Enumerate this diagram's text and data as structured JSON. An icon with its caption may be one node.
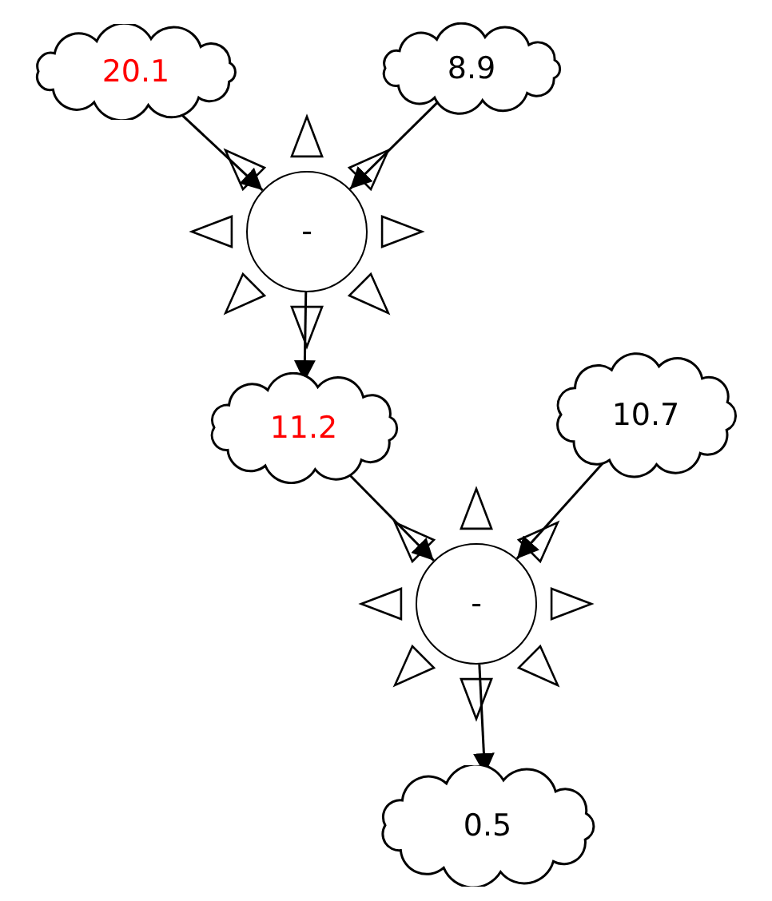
{
  "diagram": {
    "nodes": [
      {
        "text": [
          "20.1"
        ]
      },
      {
        "text": [
          "8.9"
        ]
      },
      {
        "text": [
          "-"
        ]
      },
      {
        "text": [
          "11.2"
        ]
      },
      {
        "text": [
          "10.7"
        ]
      },
      {
        "text": [
          "-"
        ]
      },
      {
        "text": [
          "0.5"
        ]
      }
    ],
    "edges": [
      {
        "from": 0,
        "to": 2,
        "arrow": "to"
      },
      {
        "from": 1,
        "to": 2,
        "arrow": "to"
      },
      {
        "from": 2,
        "to": 3,
        "arrow": "to"
      },
      {
        "from": 3,
        "to": 5,
        "arrow": "to"
      },
      {
        "from": 4,
        "to": 5,
        "arrow": "to"
      },
      {
        "from": 5,
        "to": 6,
        "arrow": "to"
      }
    ]
  }
}
